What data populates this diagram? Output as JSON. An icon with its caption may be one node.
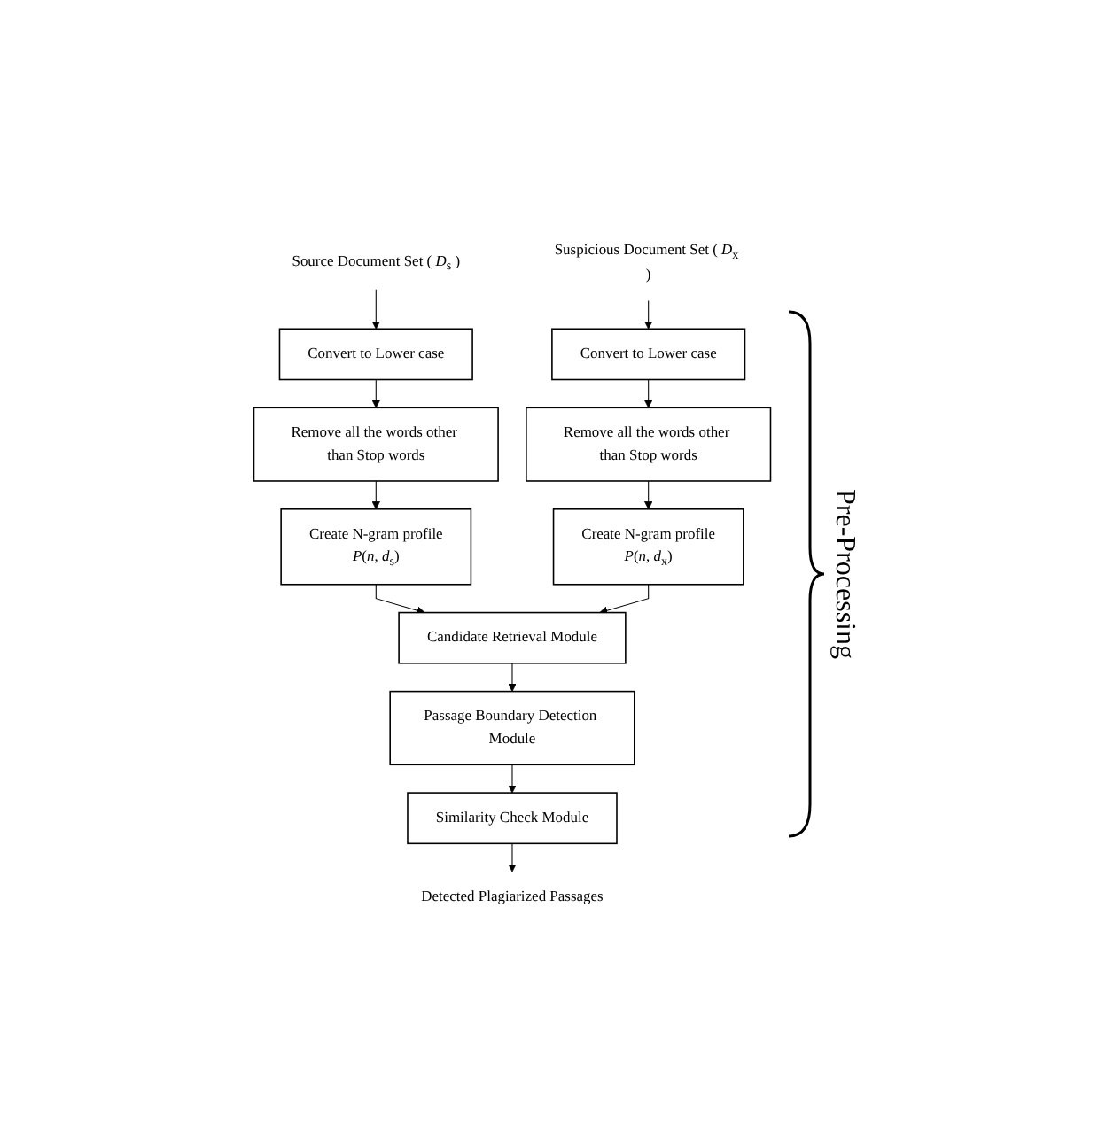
{
  "diagram": {
    "nodes": [
      {
        "text": [
          "Source Document Set ( *D*$_{s}$ )"
        ]
      },
      {
        "text": [
          "Suspicious Document Set ( *D*$_{x}$ )"
        ]
      },
      {
        "text": [
          "Convert to Lower case"
        ]
      },
      {
        "text": [
          "Remove all the words other than Stop words"
        ]
      },
      {
        "text": [
          "Create N-gram profile",
          "*P*(*n*, *d*$_{s}$)"
        ]
      },
      {
        "text": [
          "Convert to Lower case"
        ]
      },
      {
        "text": [
          "Remove all the words other than Stop words"
        ]
      },
      {
        "text": [
          "Create N-gram profile",
          "*P*(*n*, *d*$_{x}$)"
        ]
      },
      {
        "text": [
          "Candidate Retrieval Module"
        ]
      },
      {
        "text": [
          "Passage Boundary Detection Module"
        ]
      },
      {
        "text": [
          "Similarity Check Module"
        ]
      },
      {
        "text": [
          "Detected Plagiarized Passages"
        ]
      }
    ],
    "edges": [
      {
        "from": 0,
        "to": 2,
        "arrow": "to"
      },
      {
        "from": 2,
        "to": 3,
        "arrow": "to"
      },
      {
        "from": 3,
        "to": 4,
        "arrow": "to"
      },
      {
        "from": 1,
        "to": 5,
        "arrow": "to"
      },
      {
        "from": 5,
        "to": 6,
        "arrow": "to"
      },
      {
        "from": 6,
        "to": 7,
        "arrow": "to"
      },
      {
        "from": 4,
        "to": 8,
        "arrow": "to"
      },
      {
        "from": 7,
        "to": 8,
        "arrow": "to"
      },
      {
        "from": 8,
        "to": 9,
        "arrow": "to"
      },
      {
        "from": 9,
        "to": 10,
        "arrow": "to"
      },
      {
        "from": 10,
        "to": 11,
        "arrow": "to"
      }
    ],
    "labels": [
      "Pre-Processing"
    ]
  }
}
